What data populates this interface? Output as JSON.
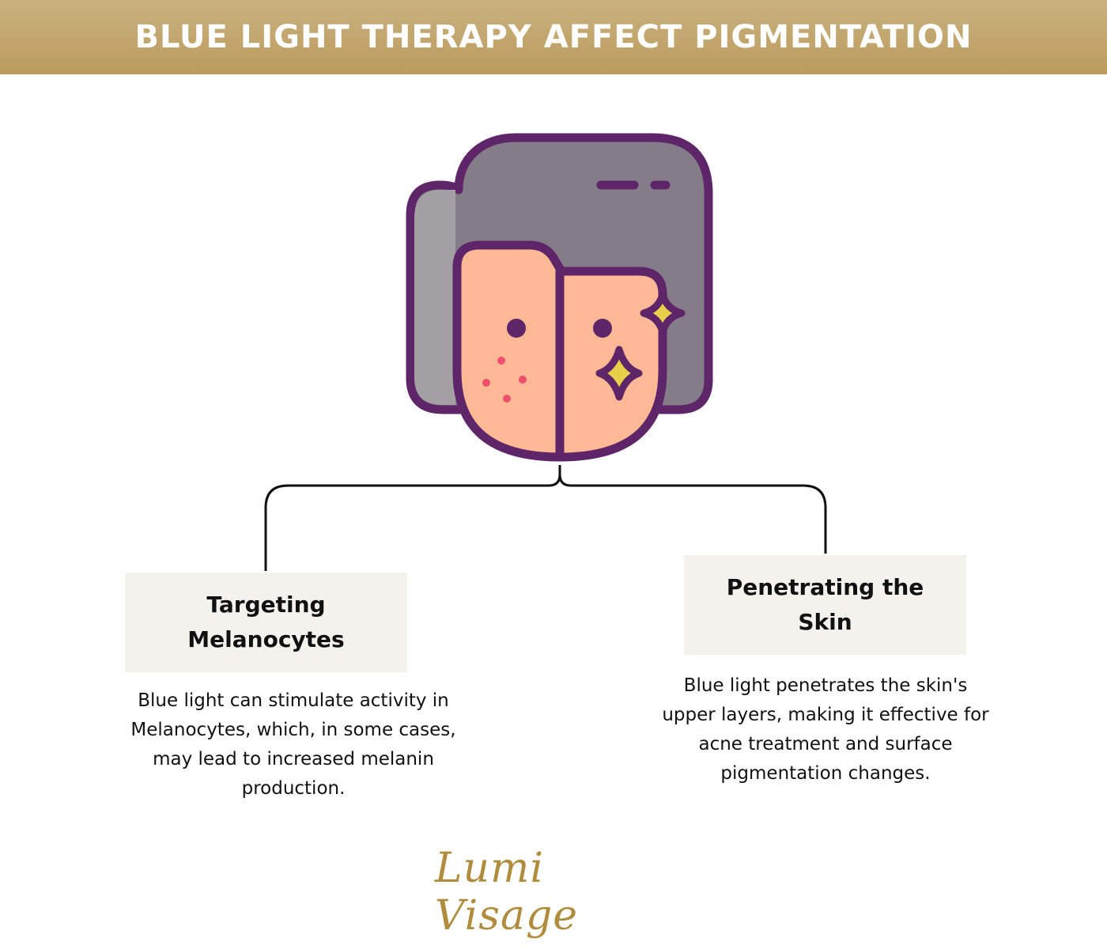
{
  "header": {
    "title": "BLUE LIGHT THERAPY AFFECT PIGMENTATION"
  },
  "colors": {
    "header_gold": "#c2a66d",
    "box_bg": "#f4f2ec",
    "outline_purple": "#5e2568",
    "hair": "#857c8a",
    "skin": "#fdb896",
    "sparkle": "#e8d04a",
    "pimple": "#f0506e",
    "logo_gold": "#b08d3e"
  },
  "icon": {
    "name": "face-half-pigmentation-icon"
  },
  "branches": [
    {
      "title": "Targeting Melanocytes",
      "description": "Blue light can stimulate activity in Melanocytes, which, in some cases, may lead to increased melanin production."
    },
    {
      "title": "Penetrating the Skin",
      "description": "Blue light penetrates the skin's upper layers, making it effective for acne treatment and surface pigmentation changes."
    }
  ],
  "logo": {
    "text": "Lumi Visage"
  }
}
